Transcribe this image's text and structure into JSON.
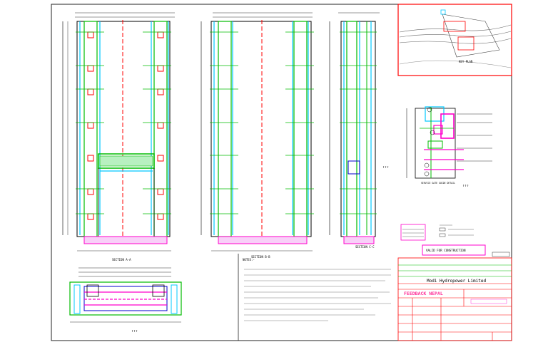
{
  "drawing": {
    "section_labels": [
      "SECTION A-A",
      "SECTION B-B",
      "SECTION C-C"
    ],
    "detail_label": "SERVICE GATE GUIDE DETAIL",
    "key_plan_label": "KEY PLAN",
    "stamp_text": "VALID FOR CONSTRUCTION",
    "notes_heading": "NOTES:-",
    "notes_lines": 10,
    "title_block": {
      "project_title": "Modi Hydropower Limited",
      "company_name": "FEEDBACK NEPAL"
    },
    "colors": {
      "frame": "#222222",
      "concrete_outline": "#00bb00",
      "embedment": "#00c8ff",
      "centerline": "#ff0000",
      "annotation": "#ff00cc",
      "dimension": "#0000cc"
    }
  }
}
